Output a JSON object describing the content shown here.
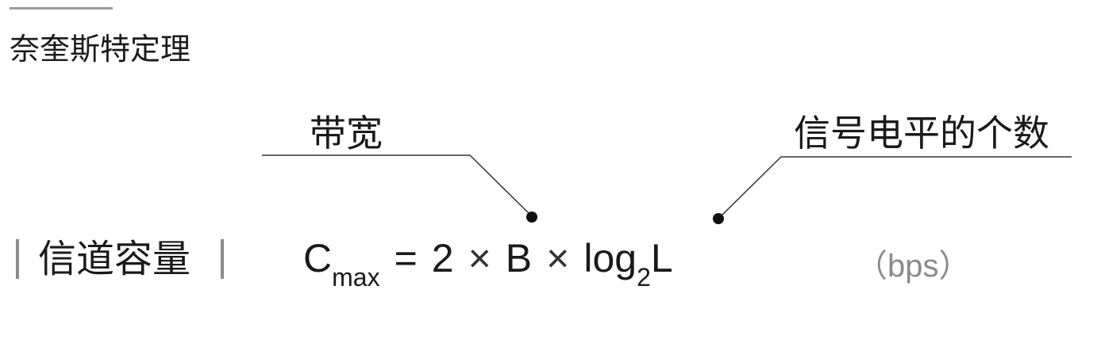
{
  "section": {
    "title": "奈奎斯特定理"
  },
  "callouts": {
    "bandwidth": "带宽",
    "signal_levels": "信号电平的个数"
  },
  "channel": {
    "label": "信道容量"
  },
  "formula": {
    "c": "C",
    "c_sub": "max",
    "equals": "=",
    "two": "2",
    "times1": "×",
    "b": "B",
    "times2": "×",
    "log": "log",
    "log_sub": "2",
    "l": "L"
  },
  "unit": "（bps）",
  "colors": {
    "text": "#1a1a1a",
    "muted": "#8a8a8a",
    "rule": "#9a9a9a",
    "leader": "#333333"
  }
}
